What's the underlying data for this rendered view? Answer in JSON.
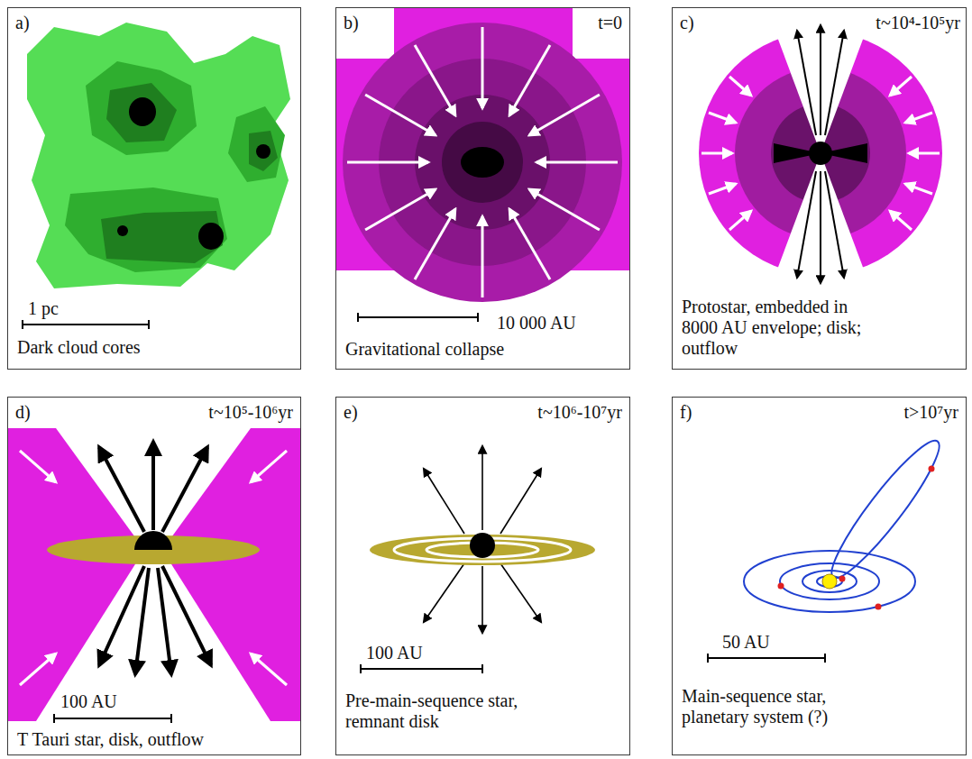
{
  "diagram": {
    "nodes": [
      {
        "text": [
          "a)",
          "1 pc",
          "Dark cloud cores"
        ]
      },
      {
        "text": [
          "b)",
          "t=0",
          "10 000 AU",
          "Gravitational collapse"
        ]
      },
      {
        "text": [
          "c)",
          "t~10⁴-10⁵yr",
          "Protostar, embedded in 8000 AU envelope; disk; outflow"
        ]
      },
      {
        "text": [
          "d)",
          "t~10⁵-10⁶yr",
          "100 AU",
          "T Tauri star, disk, outflow"
        ]
      },
      {
        "text": [
          "e)",
          "t~10⁶-10⁷yr",
          "100 AU",
          "Pre-main-sequence star, remnant disk"
        ]
      },
      {
        "text": [
          "f)",
          "t>10⁷yr",
          "50 AU",
          "Main-sequence star, planetary system (?)"
        ]
      }
    ]
  }
}
